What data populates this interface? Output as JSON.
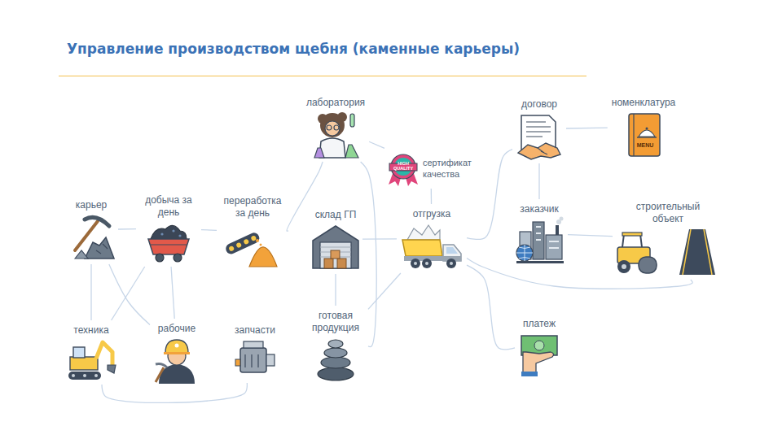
{
  "diagram": {
    "title": "Управление производством щебня (каменные карьеры)",
    "nodes": [
      {
        "text": [
          "карьер"
        ]
      },
      {
        "text": [
          "добыча за день"
        ]
      },
      {
        "text": [
          "переработка за день"
        ]
      },
      {
        "text": [
          "склад ГП"
        ]
      },
      {
        "text": [
          "отгрузка"
        ]
      },
      {
        "text": [
          "лаборатория"
        ]
      },
      {
        "text": [
          "сертификат качества"
        ]
      },
      {
        "text": [
          "договор"
        ]
      },
      {
        "text": [
          "номенклатура"
        ]
      },
      {
        "text": [
          "заказчик"
        ]
      },
      {
        "text": [
          "строительный объект"
        ]
      },
      {
        "text": [
          "платеж"
        ]
      },
      {
        "text": [
          "техника"
        ]
      },
      {
        "text": [
          "рабочие"
        ]
      },
      {
        "text": [
          "запчасти"
        ]
      },
      {
        "text": [
          "готовая продукция"
        ]
      }
    ],
    "edges": [
      {
        "from": 0,
        "to": 1,
        "arrow": "none"
      },
      {
        "from": 1,
        "to": 2,
        "arrow": "none"
      },
      {
        "from": 2,
        "to": 5,
        "arrow": "none"
      },
      {
        "from": 5,
        "to": 6,
        "arrow": "none"
      },
      {
        "from": 6,
        "to": 4,
        "arrow": "none"
      },
      {
        "from": 5,
        "to": 15,
        "arrow": "none"
      },
      {
        "from": 3,
        "to": 4,
        "arrow": "none"
      },
      {
        "from": 3,
        "to": 15,
        "arrow": "none"
      },
      {
        "from": 15,
        "to": 4,
        "arrow": "none"
      },
      {
        "from": 4,
        "to": 7,
        "arrow": "none"
      },
      {
        "from": 7,
        "to": 8,
        "arrow": "none"
      },
      {
        "from": 7,
        "to": 9,
        "arrow": "none"
      },
      {
        "from": 9,
        "to": 10,
        "arrow": "none"
      },
      {
        "from": 4,
        "to": 10,
        "arrow": "none"
      },
      {
        "from": 4,
        "to": 11,
        "arrow": "none"
      },
      {
        "from": 0,
        "to": 12,
        "arrow": "none"
      },
      {
        "from": 0,
        "to": 13,
        "arrow": "none"
      },
      {
        "from": 1,
        "to": 12,
        "arrow": "none"
      },
      {
        "from": 1,
        "to": 13,
        "arrow": "none"
      },
      {
        "from": 12,
        "to": 14,
        "arrow": "none"
      }
    ],
    "labels": [
      "MENU",
      "HIGH QUALITY"
    ]
  }
}
